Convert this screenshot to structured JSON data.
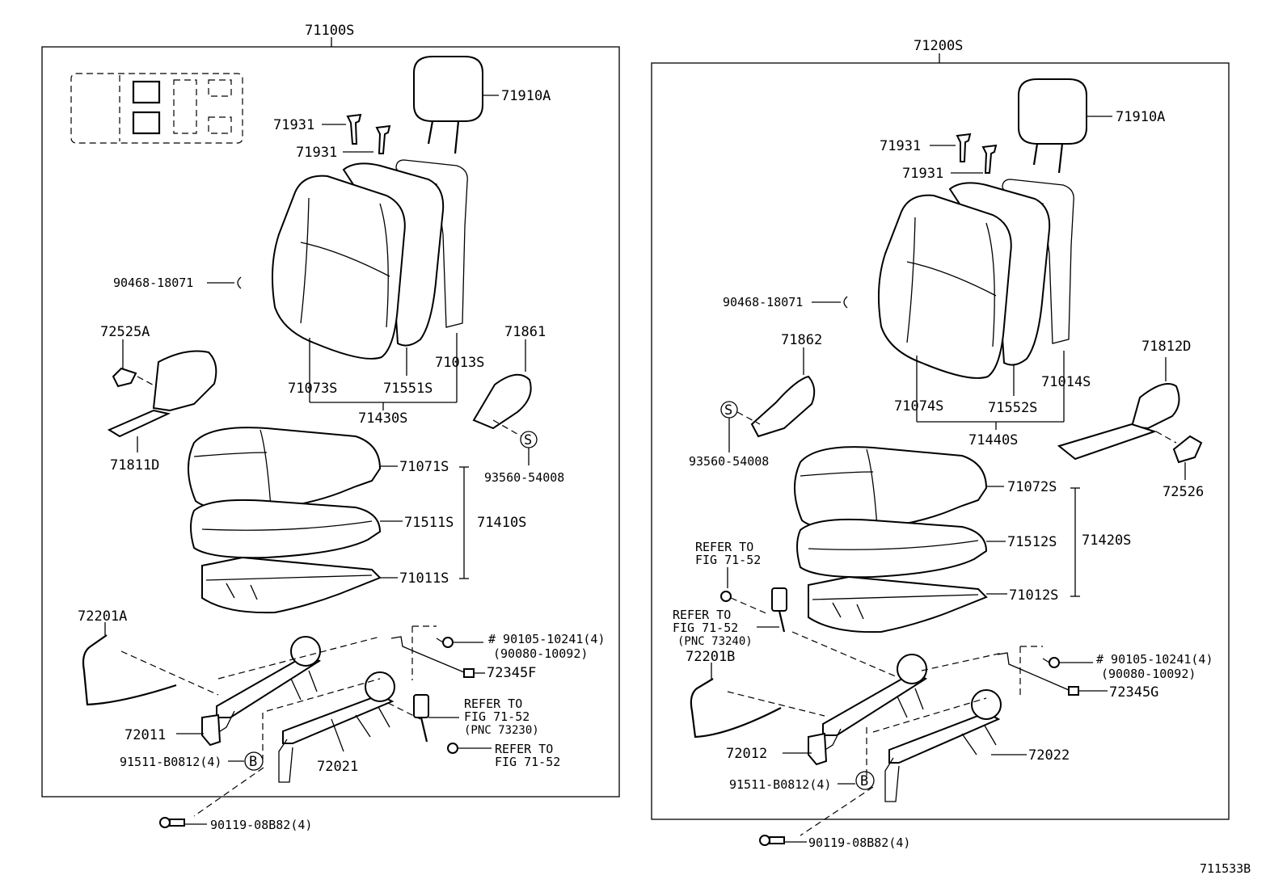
{
  "figure_id": "711533B",
  "left": {
    "assembly": "71100S",
    "headrest": "71910A",
    "guide1": "71931",
    "guide2": "71931",
    "clip_c": "90468-18071",
    "hinge_cover_cap": "72525A",
    "cover_outer": "71811D",
    "back_cover": "71073S",
    "back_pad": "71551S",
    "back_frame": "71013S",
    "back_assy": "71430S",
    "shield": "71861",
    "screw_s": "93560-54008",
    "s_mark": "S",
    "cushion_cover": "71071S",
    "cushion_pad": "71511S",
    "cushion_frame": "71011S",
    "cushion_assy": "71410S",
    "wire": "72201A",
    "bolt_a": "# 90105-10241(4)",
    "bolt_b": "(90080-10092)",
    "rod": "72345F",
    "adjuster_outer": "72011",
    "adjuster_inner": "72021",
    "refer1_l1": "REFER TO",
    "refer1_l2": "FIG 71-52",
    "refer1_l3": "(PNC 73230)",
    "refer2_l1": "REFER TO",
    "refer2_l2": "FIG 71-52",
    "bolt_b_mark": "91511-B0812(4)",
    "b_mark": "B",
    "bolt_bottom": "90119-08B82(4)"
  },
  "right": {
    "assembly": "71200S",
    "headrest": "71910A",
    "guide1": "71931",
    "guide2": "71931",
    "clip_c": "90468-18071",
    "shield": "71862",
    "s_mark": "S",
    "screw_s": "93560-54008",
    "back_cover": "71074S",
    "back_pad": "71552S",
    "back_frame": "71014S",
    "back_assy": "71440S",
    "cover_outer": "71812D",
    "hinge_cover_cap": "72526",
    "cushion_cover": "71072S",
    "cushion_pad": "71512S",
    "cushion_frame": "71012S",
    "cushion_assy": "71420S",
    "refer1_l1": "REFER TO",
    "refer1_l2": "FIG 71-52",
    "refer2_l1": "REFER TO",
    "refer2_l2": "FIG 71-52",
    "refer2_l3": "(PNC 73240)",
    "wire": "72201B",
    "bolt_a": "# 90105-10241(4)",
    "bolt_b": "(90080-10092)",
    "rod": "72345G",
    "adjuster_outer": "72012",
    "adjuster_inner": "72022",
    "bolt_b_mark": "91511-B0812(4)",
    "b_mark": "B",
    "bolt_bottom": "90119-08B82(4)"
  }
}
